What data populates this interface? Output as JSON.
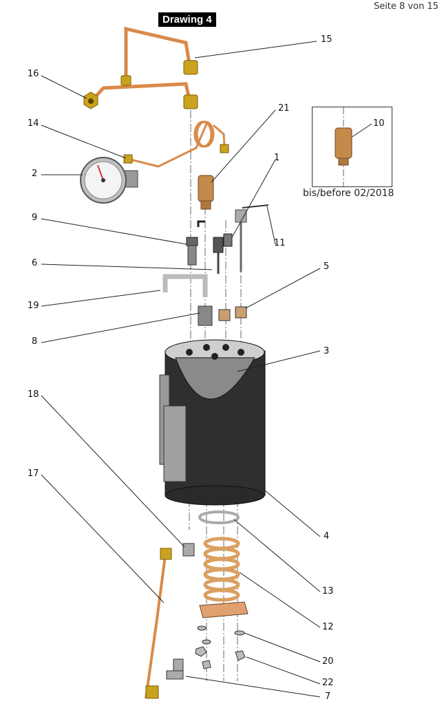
{
  "page_number": "Seite 8 von 15",
  "title": "Drawing 4",
  "inset_caption": "bis/before 02/2018",
  "part_labels": {
    "p1": "1",
    "p2": "2",
    "p3": "3",
    "p4": "4",
    "p5": "5",
    "p6": "6",
    "p7": "7",
    "p8": "8",
    "p9": "9",
    "p10": "10",
    "p11": "11",
    "p12": "12",
    "p13": "13",
    "p14": "14",
    "p15": "15",
    "p16": "16",
    "p17": "17",
    "p18": "18",
    "p19": "19",
    "p20": "20",
    "p21": "21",
    "p22": "22"
  },
  "colors": {
    "copper": "#d98a4a",
    "brass": "#c9a320",
    "boiler": "#2f2f2f",
    "gauge_red": "#d33"
  }
}
